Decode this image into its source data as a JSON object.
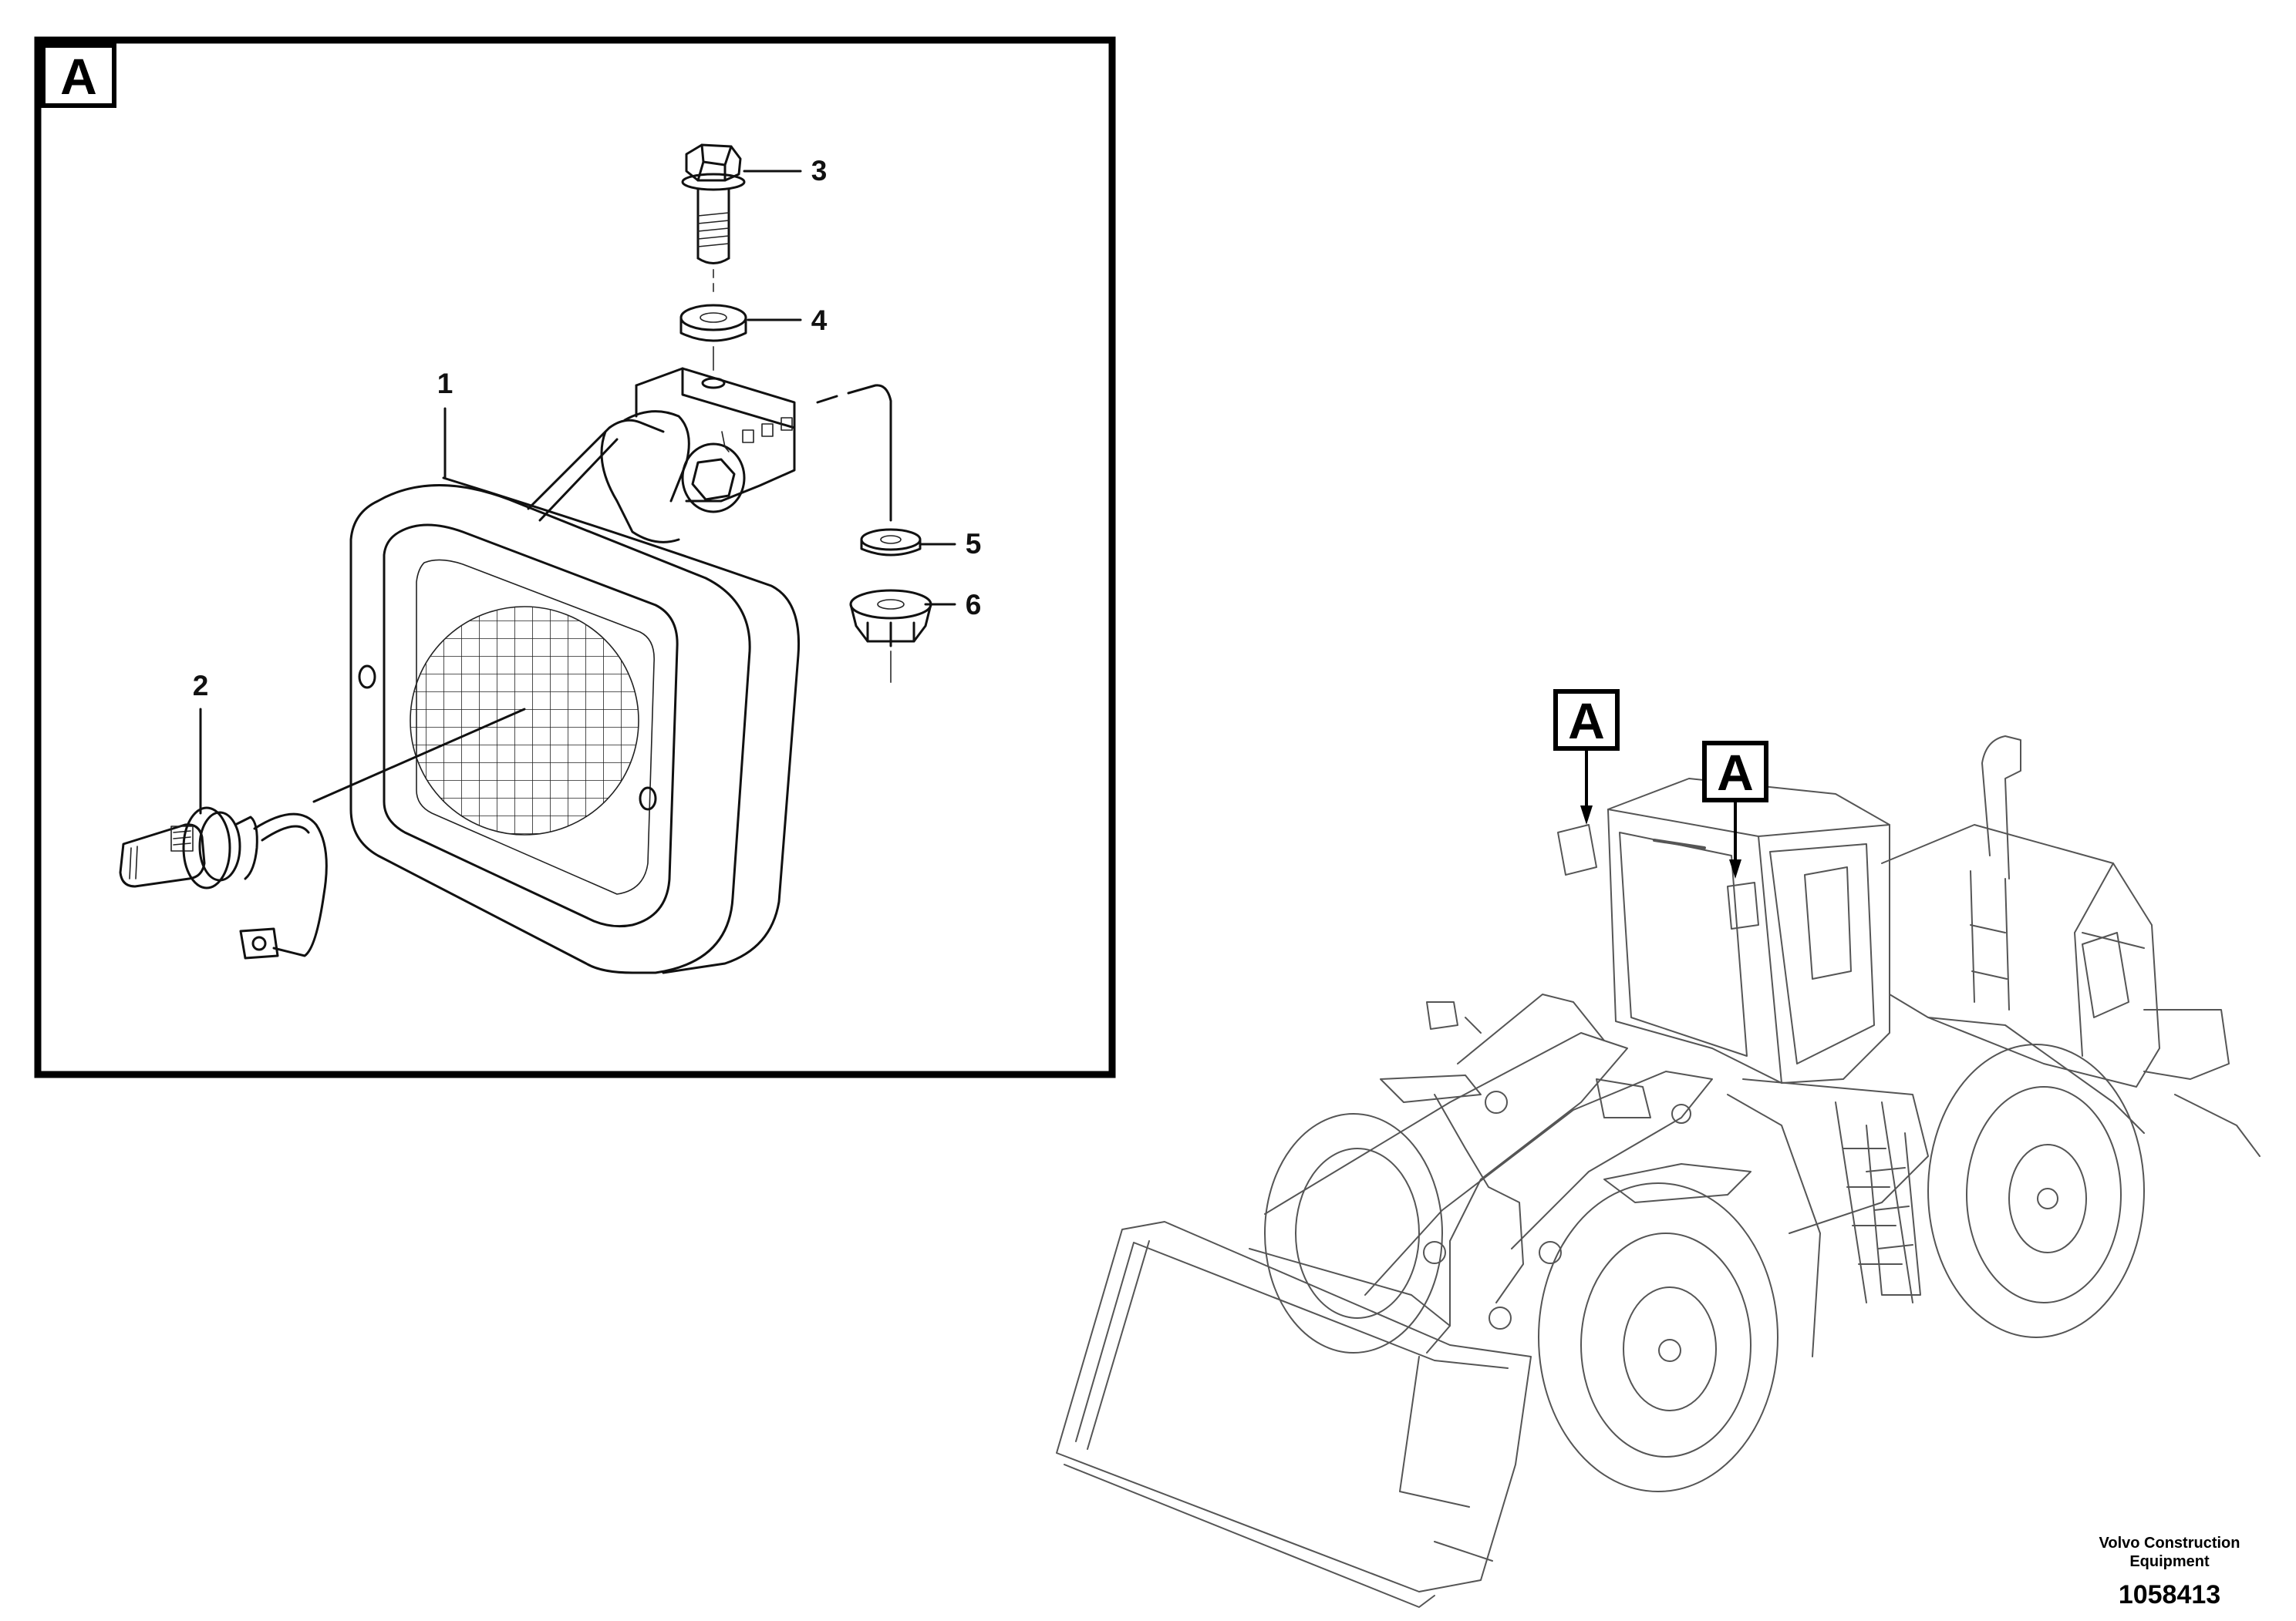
{
  "detail_view": {
    "tag": "A",
    "callouts": [
      {
        "label": "1"
      },
      {
        "label": "2"
      },
      {
        "label": "3"
      },
      {
        "label": "4"
      },
      {
        "label": "5"
      },
      {
        "label": "6"
      }
    ]
  },
  "overview": {
    "tags": [
      {
        "label": "A"
      },
      {
        "label": "A"
      }
    ]
  },
  "footer": {
    "brand_line1": "Volvo Construction",
    "brand_line2": "Equipment",
    "document_number": "1058413"
  }
}
